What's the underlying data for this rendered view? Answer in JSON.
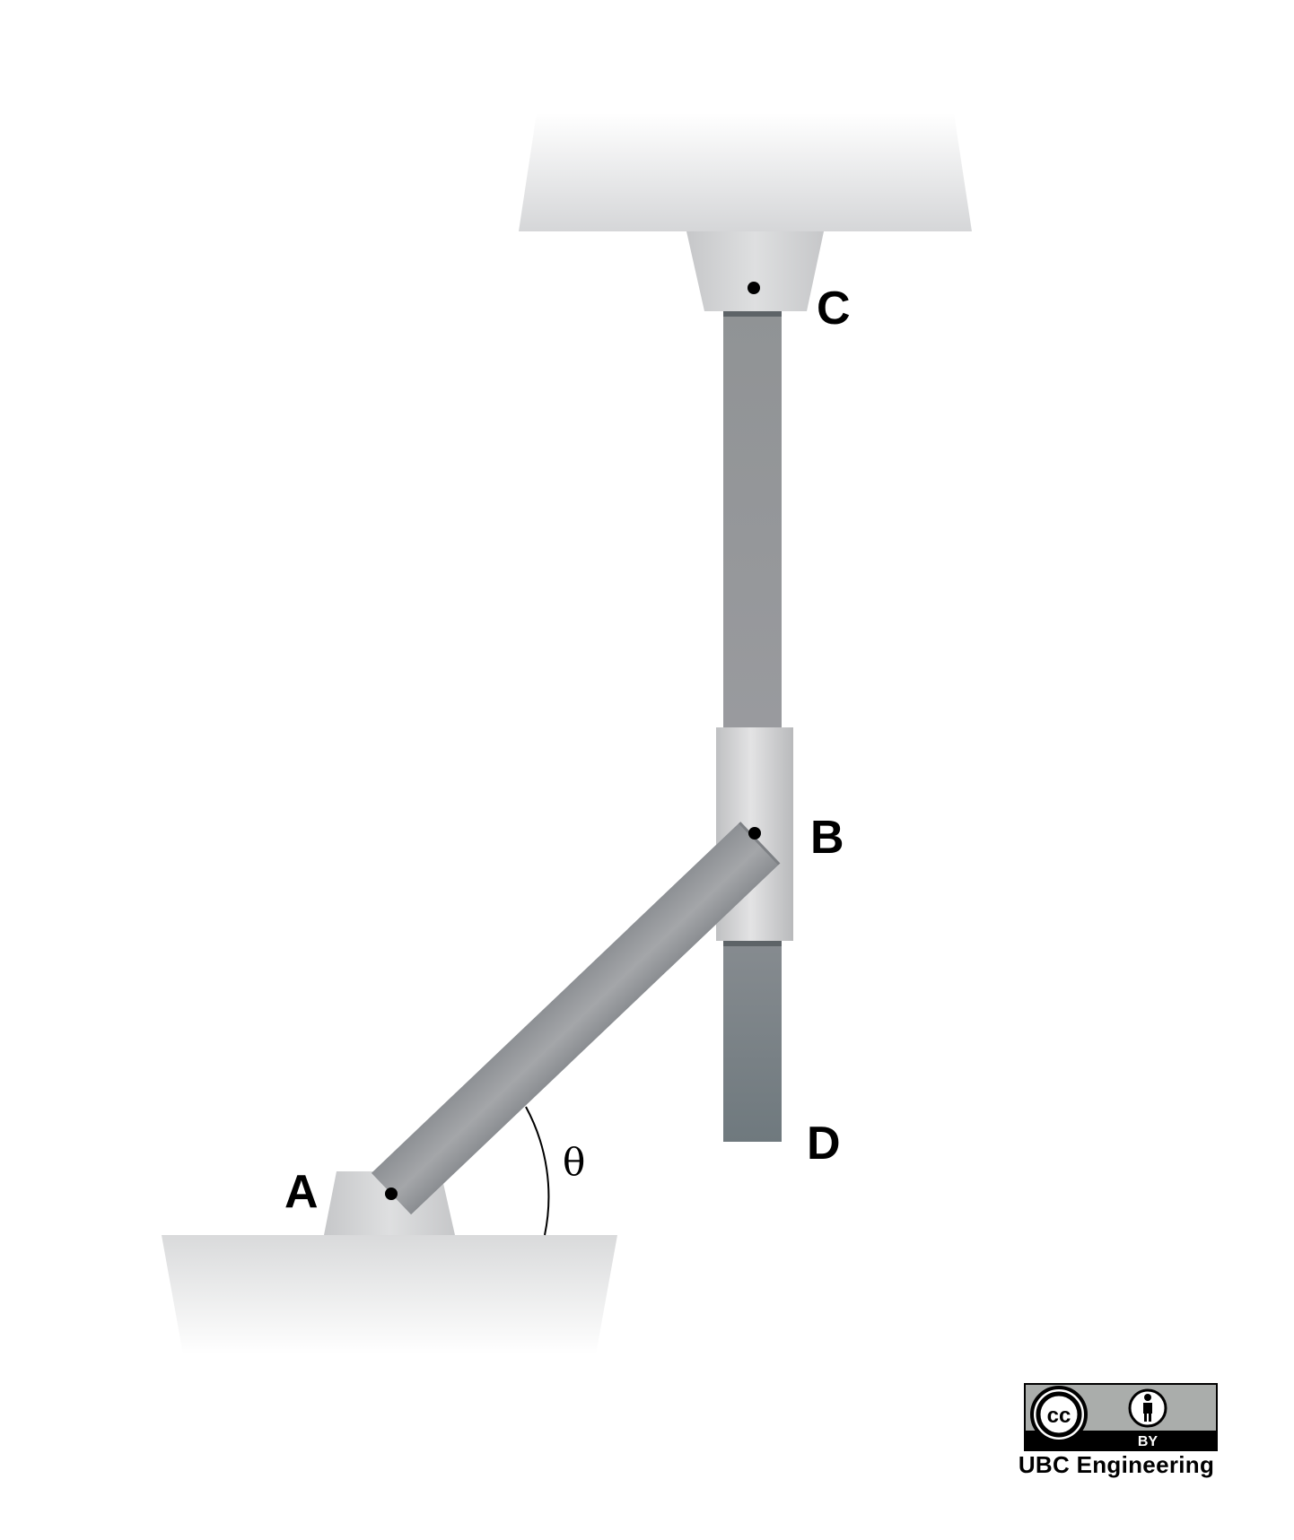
{
  "labels": {
    "point_a": "A",
    "point_b": "B",
    "point_c": "C",
    "point_d": "D",
    "angle": "θ"
  },
  "license": {
    "badge_text": "BY",
    "attribution": "UBC Engineering"
  },
  "colors": {
    "bar_dark": "#8f9296",
    "bar_mid": "#9ea1a5",
    "bar_bottom": "#727b80",
    "support_light": "#d6d7d9",
    "collar": "#cfd0d2",
    "ground_top": "#d9dadb",
    "pin": "#000000"
  }
}
